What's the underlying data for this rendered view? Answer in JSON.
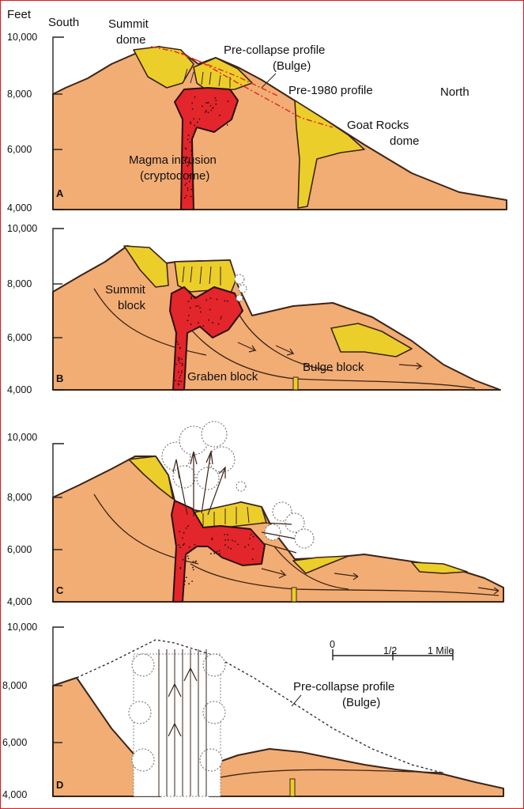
{
  "labels": {
    "feet": "Feet",
    "south": "South",
    "north": "North",
    "summit_dome": [
      "Summit",
      "dome"
    ],
    "pre_collapse_a": [
      "Pre-collapse profile",
      "(Bulge)"
    ],
    "pre_1980": "Pre-1980 profile",
    "goat_rocks": [
      "Goat Rocks",
      "dome"
    ],
    "magma": [
      "Magma intrusion",
      "(cryptodome)"
    ],
    "summit_block": [
      "Summit",
      "block"
    ],
    "graben_block": "Graben block",
    "bulge_block": "Bulge block",
    "pre_collapse_d": [
      "Pre-collapse profile",
      "(Bulge)"
    ]
  },
  "panels": [
    {
      "letter": "A",
      "ticks": [
        "10,000",
        "8,000",
        "6,000",
        "4,000"
      ]
    },
    {
      "letter": "B",
      "ticks": [
        "10,000",
        "8,000",
        "6,000",
        "4,000"
      ]
    },
    {
      "letter": "C",
      "ticks": [
        "10,000",
        "8,000",
        "6,000",
        "4,000"
      ]
    },
    {
      "letter": "D",
      "ticks": [
        "10,000",
        "8,000",
        "6,000",
        "4,000"
      ]
    }
  ],
  "scale": {
    "zero": "0",
    "half": "1/2",
    "one": "1 Mile"
  },
  "colors": {
    "ground": "#f2ad74",
    "dome": "#ecce2b",
    "magma": "#e3262b",
    "frame": "#d81a1a"
  }
}
